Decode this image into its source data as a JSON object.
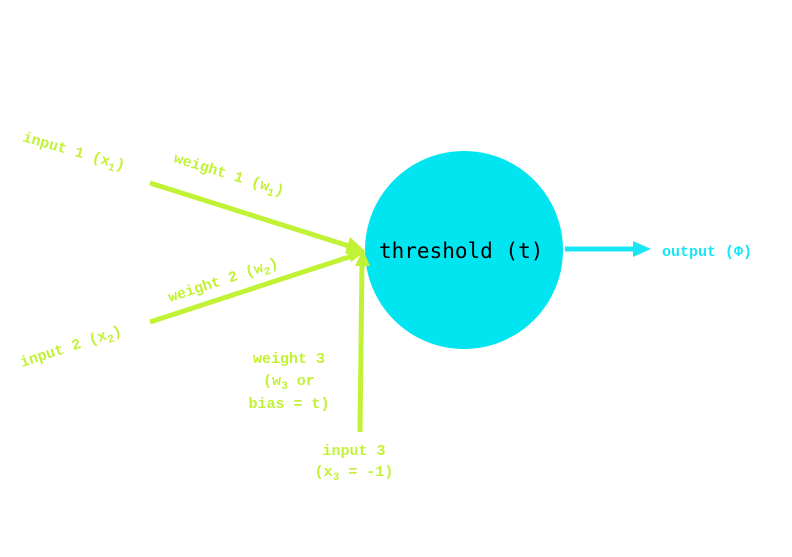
{
  "colors": {
    "input_edges": "#c2f236",
    "neuron_fill": "#00e5f0",
    "output_edge": "#19e6f5",
    "background": "#ffffff"
  },
  "neuron": {
    "label": "threshold (t)"
  },
  "input1": {
    "label": "input 1 (x",
    "sub": "1",
    "close": ")"
  },
  "input2": {
    "label": "input 2 (x",
    "sub": "2",
    "close": ")"
  },
  "weight1": {
    "label": "weight 1 (w",
    "sub": "1",
    "close": ")"
  },
  "weight2": {
    "label": "weight 2 (w",
    "sub": "2",
    "close": ")"
  },
  "weight3": {
    "line1": "weight 3",
    "line2_pre": "(w",
    "line2_sub": "3",
    "line2_post": " or",
    "line3": "bias = t)"
  },
  "input3": {
    "line1": "input 3",
    "line2_pre": "(x",
    "line2_sub": "3",
    "line2_post": " = -1)"
  },
  "output": {
    "label": "output (Φ)"
  }
}
